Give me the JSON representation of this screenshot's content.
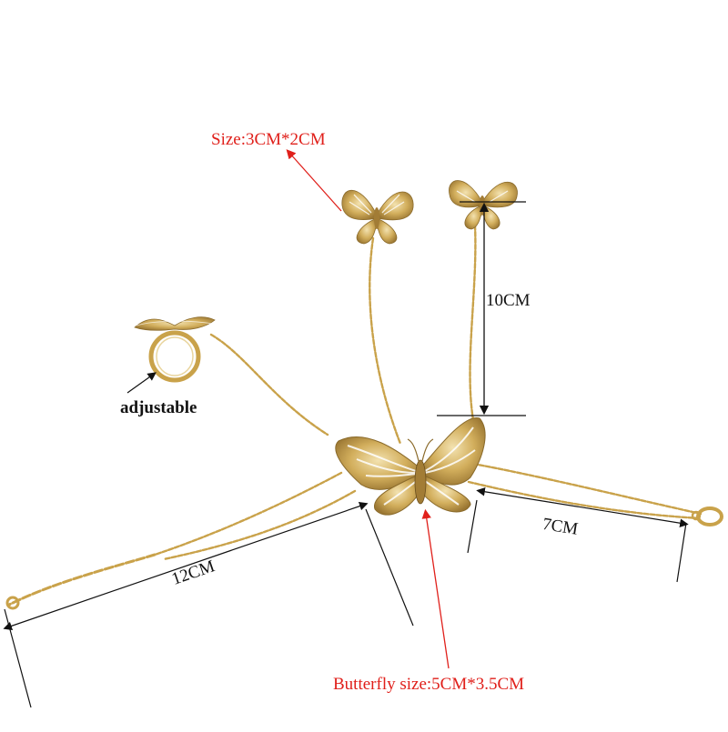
{
  "labels": {
    "ring_size": "Size:3CM*2CM",
    "chain_length": "10CM",
    "ring_adjustable": "adjustable",
    "bracelet_length": "12CM",
    "extender_length": "7CM",
    "butterfly_size": "Butterfly size:5CM*3.5CM"
  },
  "colors": {
    "gold": "#c9a24a",
    "gold_dark": "#8a6a2a",
    "gold_light": "#ead7a3",
    "annotation_red": "#e0201b",
    "annotation_black": "#111111"
  }
}
